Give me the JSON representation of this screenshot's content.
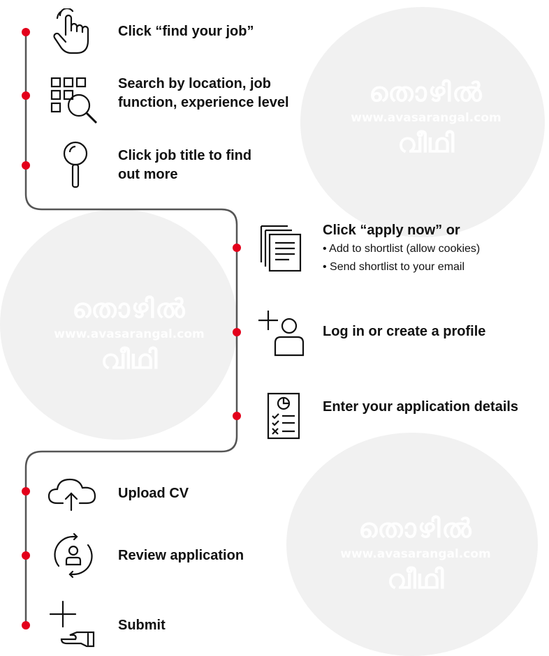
{
  "watermark": {
    "line1": "തൊഴിൽ",
    "line2": "www.avasarangal.com",
    "line3": "വീഥി"
  },
  "colors": {
    "accent": "#e3001b",
    "line": "#555555",
    "icon": "#111111"
  },
  "steps": [
    {
      "title": "Click “find your job”",
      "icon": "hand-pointer-icon"
    },
    {
      "title": "Search by location, job function, experience level",
      "icon": "grid-search-icon"
    },
    {
      "title": "Click job title to find out more",
      "icon": "magnifier-icon"
    },
    {
      "title": "Click “apply now” or",
      "icon": "documents-icon",
      "bullets": [
        "Add to shortlist (allow cookies)",
        "Send shortlist to your email"
      ]
    },
    {
      "title": "Log in or create a profile",
      "icon": "add-user-icon"
    },
    {
      "title": "Enter your application details",
      "icon": "checklist-icon"
    },
    {
      "title": "Upload CV",
      "icon": "cloud-upload-icon"
    },
    {
      "title": "Review application",
      "icon": "review-cycle-icon"
    },
    {
      "title": "Submit",
      "icon": "plus-hand-icon"
    }
  ]
}
